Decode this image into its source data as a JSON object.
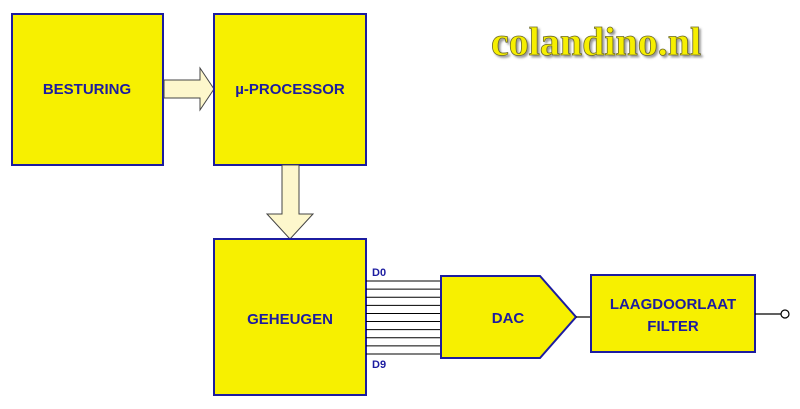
{
  "watermark": "colandino.nl",
  "blocks": {
    "besturing": "BESTURING",
    "processor": "µ-PROCESSOR",
    "geheugen": "GEHEUGEN",
    "dac": "DAC",
    "filter_line1": "LAAGDOORLAAT",
    "filter_line2": "FILTER"
  },
  "bus": {
    "top_label": "D0",
    "bottom_label": "D9",
    "line_count": 10
  },
  "colors": {
    "block_fill": "#f7f000",
    "block_stroke": "#1c1ca0",
    "arrow_fill": "#fdf7cc",
    "text": "#1c1ca0"
  }
}
